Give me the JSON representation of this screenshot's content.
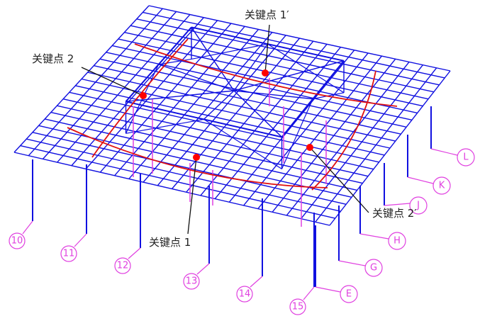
{
  "key_points": [
    {
      "id": "kp1",
      "label": "关键点 1"
    },
    {
      "id": "kp1p",
      "label": "关键点 1′"
    },
    {
      "id": "kp2",
      "label": "关键点 2"
    },
    {
      "id": "kp2p",
      "label": "关键点 2′"
    }
  ],
  "axes_numeric": [
    "10",
    "11",
    "12",
    "13",
    "14",
    "15"
  ],
  "axes_letter": [
    "E",
    "G",
    "H",
    "J",
    "K",
    "L"
  ],
  "colors": {
    "frame": "#1010e0",
    "curve": "#e01010",
    "axis": "#e040e0",
    "point": "#ff0000"
  }
}
